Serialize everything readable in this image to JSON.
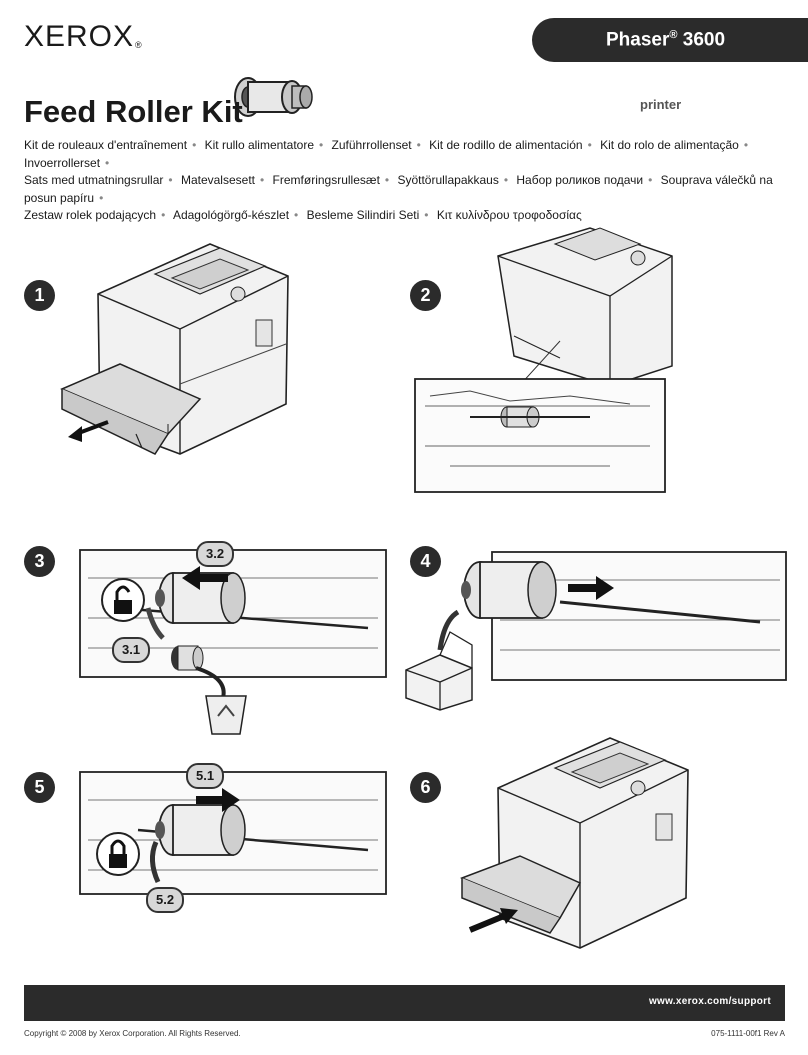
{
  "brand": {
    "logo_text": "XEROX",
    "logo_mark": "®"
  },
  "model": {
    "name": "Phaser",
    "reg": "®",
    "number": "3600"
  },
  "title": "Feed Roller Kit",
  "subtitle": "printer",
  "translations": [
    "Kit de rouleaux d'entraînement",
    "Kit rullo alimentatore",
    "Zuführrollenset",
    "Kit de rodillo de alimentación",
    "Kit do rolo de alimentação",
    "Invoerrollerset",
    "Sats med utmatningsrullar",
    "Matevalsesett",
    "Fremføringsrullesæt",
    "Syöttörullapakkaus",
    "Набор роликов подачи",
    "Souprava válečků na posun papíru",
    "Zestaw rolek podających",
    "Adagológörgő-készlet",
    "Besleme Silindiri Seti",
    "Κιτ κυλίνδρου τροφοδοσίας"
  ],
  "bullet": "•",
  "steps": {
    "s1": "1",
    "s2": "2",
    "s3": "3",
    "s4": "4",
    "s5": "5",
    "s6": "6",
    "c32": "3.2",
    "c31": "3.1",
    "c51": "5.1",
    "c52": "5.2"
  },
  "footer": {
    "url": "www.xerox.com/support",
    "copyright": "Copyright © 2008 by Xerox Corporation.  All Rights Reserved.",
    "docnum": "075-1111-00f1 Rev A"
  },
  "colors": {
    "dark": "#2b2b2b",
    "callout_fill": "#d8d8d8",
    "line": "#333333"
  }
}
